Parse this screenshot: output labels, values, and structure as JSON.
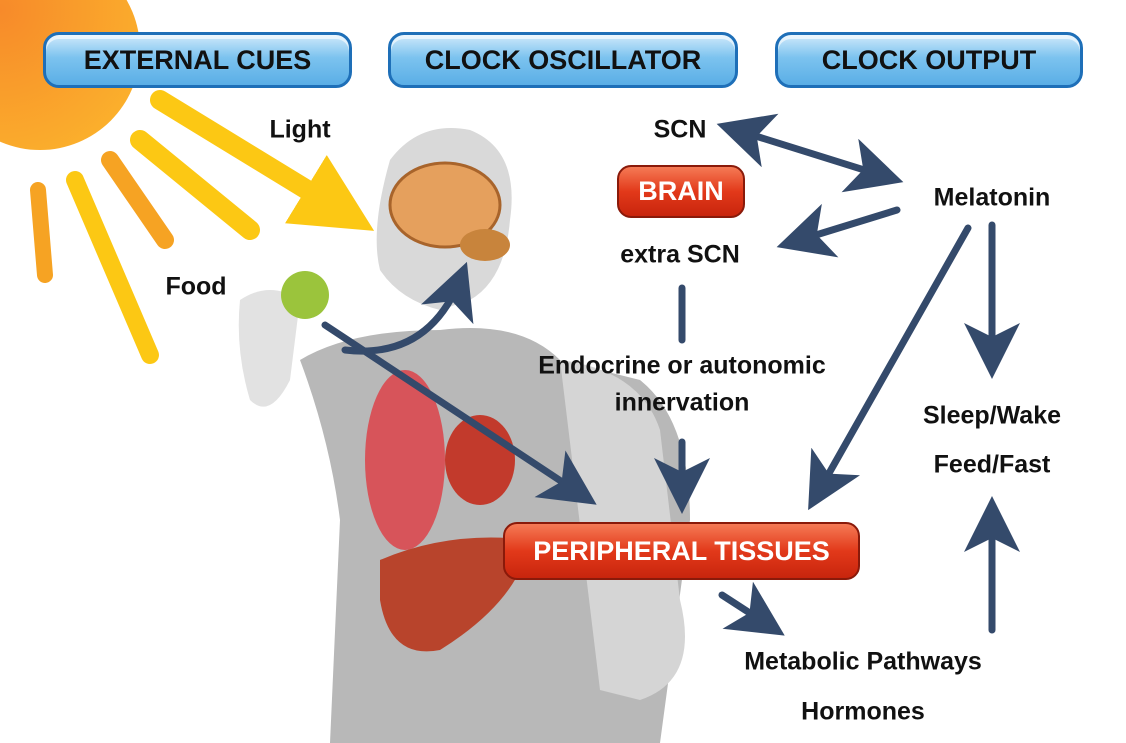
{
  "headers": {
    "external_cues": "EXTERNAL CUES",
    "clock_oscillator": "CLOCK OSCILLATOR",
    "clock_output": "CLOCK OUTPUT"
  },
  "boxes": {
    "brain": "BRAIN",
    "peripheral_tissues": "PERIPHERAL TISSUES"
  },
  "labels": {
    "light": "Light",
    "food": "Food",
    "scn": "SCN",
    "extra_scn": "extra SCN",
    "melatonin": "Melatonin",
    "endocrine_line1": "Endocrine or autonomic",
    "endocrine_line2": "innervation",
    "sleep_wake": "Sleep/Wake",
    "feed_fast": "Feed/Fast",
    "metabolic_pathways": "Metabolic Pathways",
    "hormones": "Hormones"
  },
  "colors": {
    "arrow": "#344a6b",
    "header": "#5aaee6",
    "box_red": "#e2391a",
    "sun": "#f7a32a",
    "ray": "#fcc814"
  }
}
